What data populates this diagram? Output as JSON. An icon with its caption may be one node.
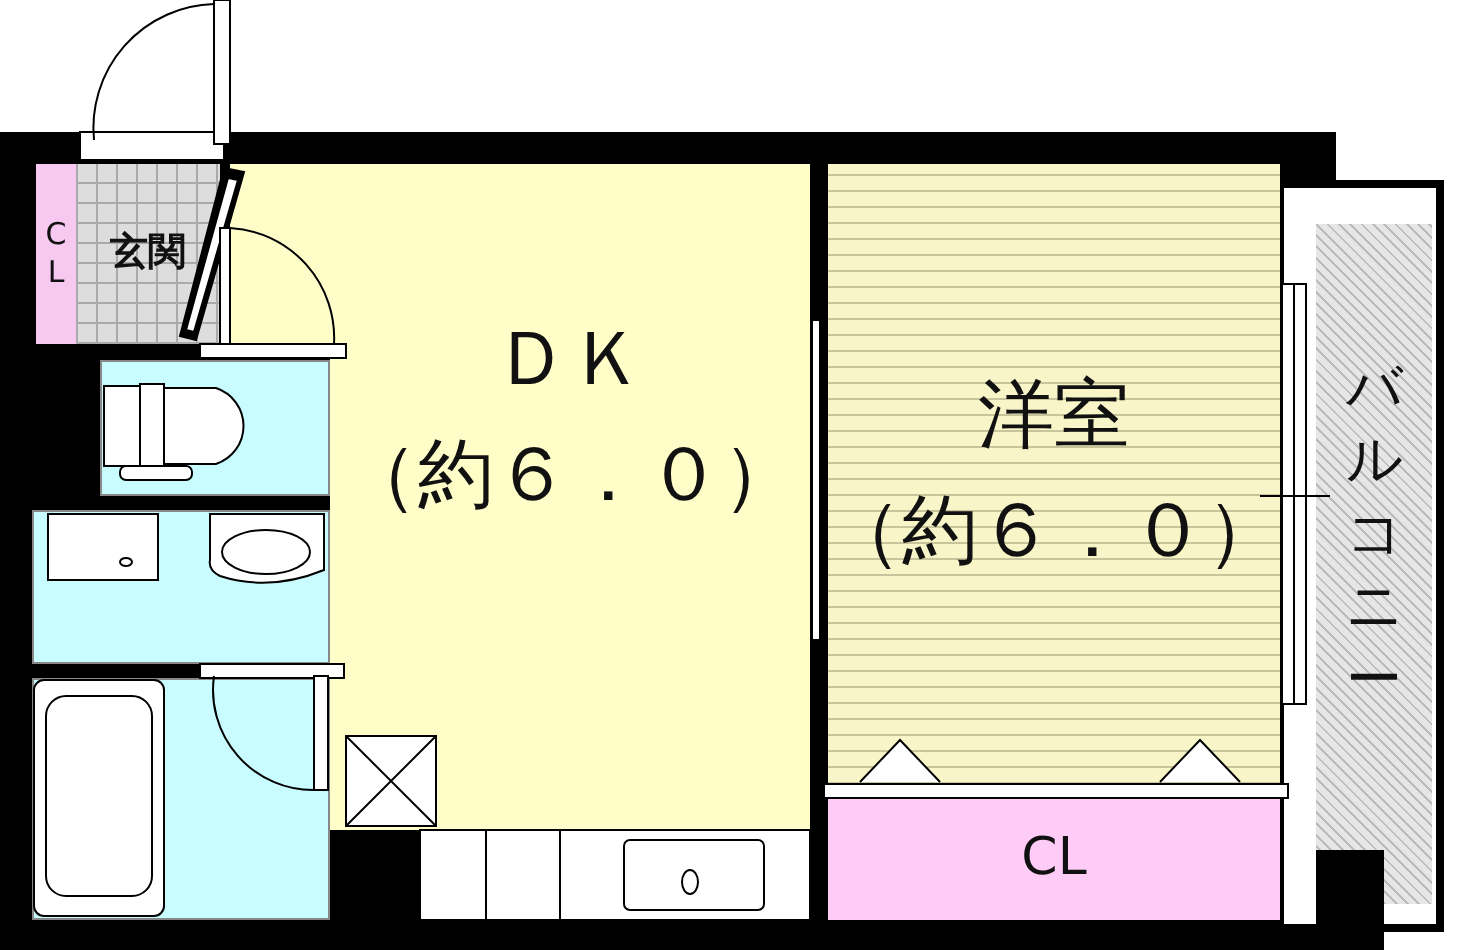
{
  "diagram": {
    "nodes": [
      {
        "text": [
          "CL"
        ]
      },
      {
        "text": [
          "玄関"
        ]
      },
      {
        "text": [],
        "shape": "box"
      },
      {
        "text": [],
        "shape": "box"
      },
      {
        "text": [],
        "shape": "box"
      },
      {
        "text": [
          "ＤＫ",
          "（約６．０）"
        ]
      },
      {
        "text": [
          "洋室",
          "（約６．０）"
        ]
      },
      {
        "text": [
          "CL"
        ]
      },
      {
        "text": [
          "バルコニー"
        ]
      }
    ]
  }
}
